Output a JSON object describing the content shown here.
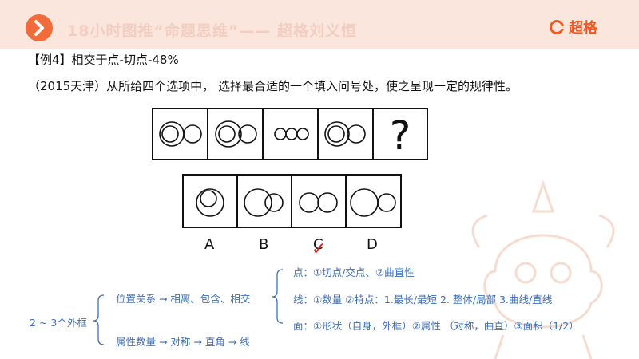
{
  "header": {
    "title": "18小时图推“命题思维”—— 超格刘义恒",
    "brand": "超格"
  },
  "example": {
    "heading": "【例4】相交于点-切点-48%",
    "question": "（2015天津）从所给四个选项中， 选择最合适的一个填入问号处，使之呈现一定的规律性。",
    "unknown_mark": "?",
    "options": [
      "A",
      "B",
      "C",
      "D"
    ],
    "check_mark": "✓"
  },
  "mindmap": {
    "root": "2 ~ 3个外框",
    "branch_position": "位置关系 → 相离、包含、相交",
    "branch_attribute": "属性数量 → 对称 → 直角 → 线",
    "sub_point": "点：①切点/交点、②曲直性",
    "sub_line": "线：①数量 ②特点：1.最长/最短  2. 整体/局部  3.曲线/直线",
    "sub_face": "面：①形状（自身，外框）②属性 （对称，曲直）③面积（1/2）"
  },
  "colors": {
    "accent": "#f26b3a",
    "header_bg": "#fbe6de",
    "mindmap_text": "#3e6fb7",
    "check": "#e3211f"
  }
}
